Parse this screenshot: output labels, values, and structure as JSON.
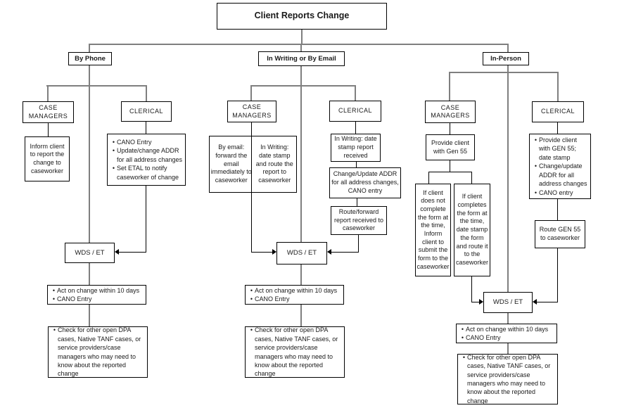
{
  "title": "Client Reports Change",
  "wds_label": "WDS / ET",
  "colors": {
    "background": "#ffffff",
    "box_border": "#000000",
    "connector_gray": "#7f7f7f",
    "connector_black": "#000000"
  },
  "branches": {
    "phone": {
      "label": "By Phone",
      "case_managers": {
        "header": "CASE MANAGERS",
        "action": "Inform client to report the change to caseworker"
      },
      "clerical": {
        "header": "CLERICAL",
        "actions": [
          "CANO Entry",
          "Update/change ADDR for all address changes",
          "Set ETAL to notify caseworker of change"
        ]
      },
      "wds": "WDS / ET",
      "act": [
        "Act on change within 10 days",
        "CANO Entry"
      ],
      "check": [
        "Check for other open DPA cases, Native TANF cases, or service providers/case managers who may need to know about the reported change"
      ]
    },
    "writing": {
      "label": "In Writing or By Email",
      "case_managers": {
        "header": "CASE MANAGERS",
        "email_action": "By email: forward the email immediately to caseworker",
        "writing_action": "In Writing: date stamp and route the report to caseworker"
      },
      "clerical": {
        "header": "CLERICAL",
        "step1": "In Writing: date stamp report received",
        "step2": "Change/Update ADDR for all address changes, CANO entry",
        "step3": "Route/forward report received to caseworker"
      },
      "wds": "WDS / ET",
      "act": [
        "Act on change within 10 days",
        "CANO Entry"
      ],
      "check": [
        "Check for other open DPA cases, Native TANF cases, or service providers/case managers who may need to know about the reported change"
      ]
    },
    "in_person": {
      "label": "In-Person",
      "case_managers": {
        "header": "CASE MANAGERS",
        "action": "Provide client with Gen 55",
        "not_complete": "If client does not complete the form at the time, Inform client to submit the form to the caseworker",
        "completes": "If client completes the form at the time, date stamp the form and route it to the caseworker"
      },
      "clerical": {
        "header": "CLERICAL",
        "actions": [
          "Provide client with GEN 55; date stamp",
          "Change/update ADDR for all address changes",
          "CANO entry"
        ],
        "route": "Route GEN 55 to caseworker"
      },
      "wds": "WDS / ET",
      "act": [
        "Act on change within 10 days",
        "CANO Entry"
      ],
      "check": [
        "Check for other open DPA cases, Native TANF cases, or service providers/case managers who may need to know about the reported change"
      ]
    }
  }
}
